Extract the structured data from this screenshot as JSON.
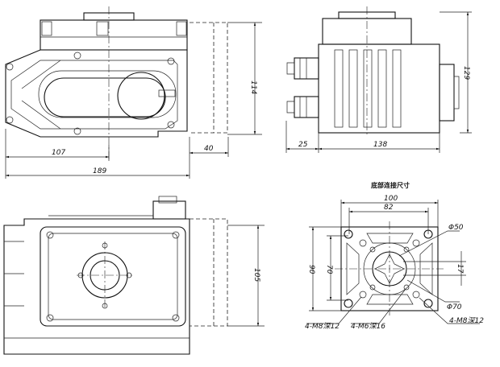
{
  "front_view": {
    "dims": {
      "center_offset": "107",
      "total_width": "189",
      "clearance": "40",
      "height": "114"
    }
  },
  "side_view": {
    "dims": {
      "connector": "25",
      "width": "138",
      "height": "129"
    }
  },
  "bottom_view": {
    "dims": {
      "height": "105"
    }
  },
  "flange": {
    "title": "底部连接尺寸",
    "dims": {
      "outer_width": "100",
      "bolt_width": "82",
      "outer_height": "90",
      "bolt_height": "70",
      "offset": "17",
      "dia_inner": "Φ50",
      "dia_outer": "Φ70"
    },
    "callouts": [
      "4-M8深12",
      "4-M6深16",
      "4-M8深12"
    ]
  }
}
